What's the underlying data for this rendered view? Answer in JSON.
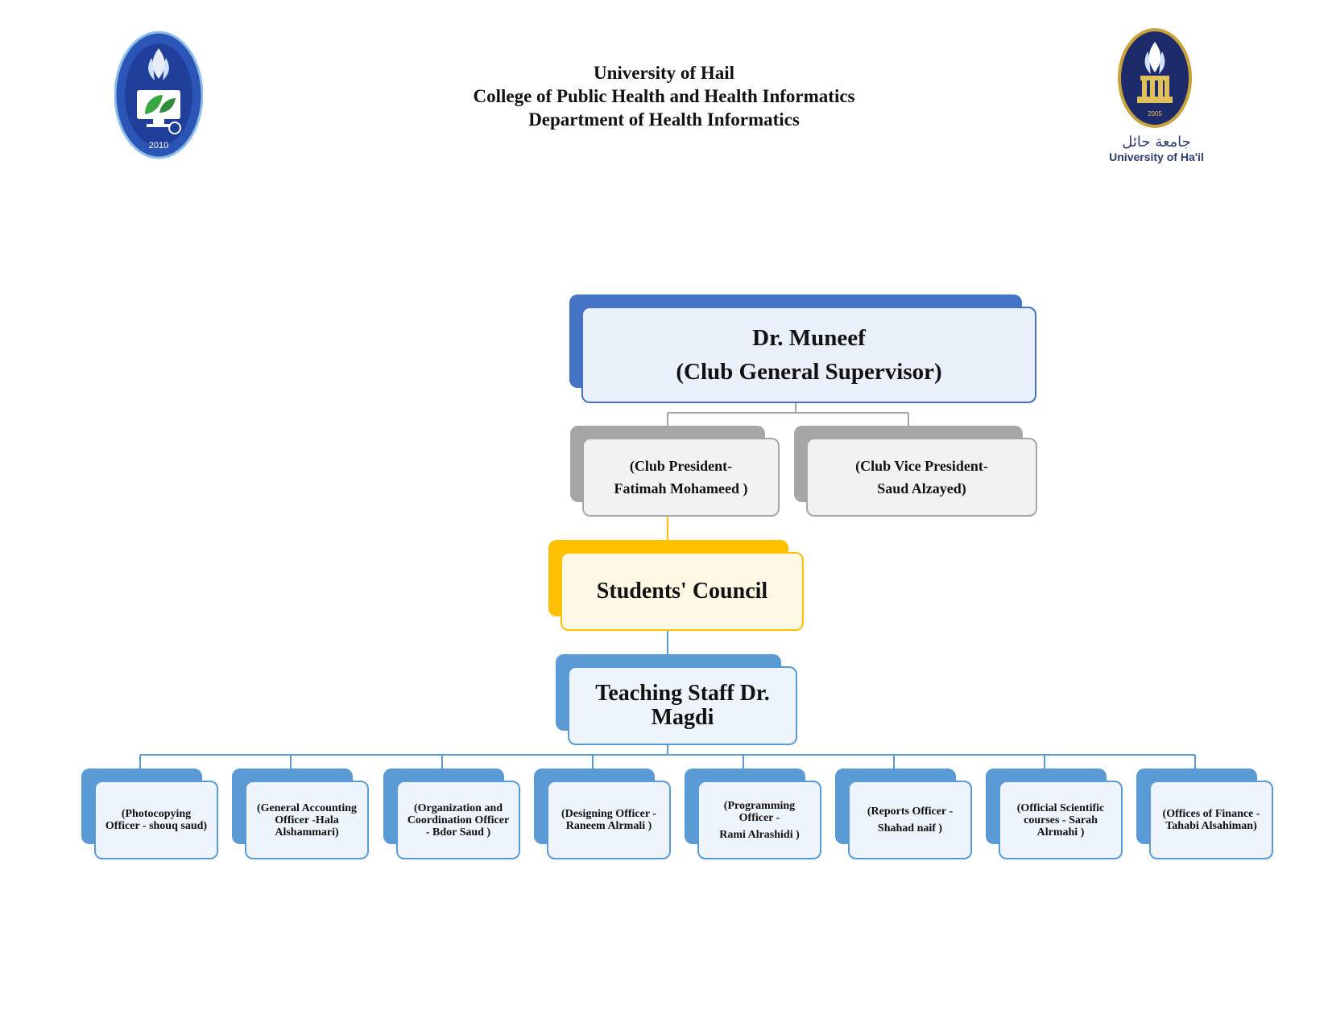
{
  "header": {
    "line1": "University of Hail",
    "line2": "College of Public Health and Health Informatics",
    "line3": "Department of Health Informatics"
  },
  "logos": {
    "left": {
      "year": "2010"
    },
    "right": {
      "arabic": "جامعة حائل",
      "english": "University of Ha'il",
      "year": "2005"
    }
  },
  "colors": {
    "top": "#4472c4",
    "gray": "#a6a6a6",
    "council": "#ffc000",
    "staff": "#5b9bd5"
  },
  "org": {
    "top": {
      "line1": "Dr. Muneef",
      "line2": "(Club General  Supervisor)"
    },
    "president": {
      "line1": "(Club President-",
      "line2": "Fatimah Mohameed )"
    },
    "vice_president": {
      "line1": "(Club Vice President-",
      "line2": "Saud Alzayed)"
    },
    "council": {
      "label": "Students' Council"
    },
    "teaching": {
      "line1": "Teaching Staff Dr.",
      "line2": "Magdi"
    },
    "officers": [
      {
        "lines": [
          "(Photocopying",
          "Officer - shouq saud)"
        ]
      },
      {
        "lines": [
          "(General Accounting",
          "Officer -Hala",
          "Alshammari)"
        ]
      },
      {
        "lines": [
          "(Organization and",
          "Coordination Officer",
          "- Bdor Saud )"
        ]
      },
      {
        "lines": [
          "(Designing Officer -",
          "Raneem Alrmali )"
        ]
      },
      {
        "lines": [
          "(Programming",
          "Officer -",
          "Rami Alrashidi )"
        ]
      },
      {
        "lines": [
          "(Reports Officer -",
          "Shahad naif )"
        ]
      },
      {
        "lines": [
          "(Official Scientific",
          "courses - Sarah",
          "Alrmahi )"
        ]
      },
      {
        "lines": [
          "(Offices of Finance -",
          "Tahabi Alsahiman)"
        ]
      }
    ]
  }
}
